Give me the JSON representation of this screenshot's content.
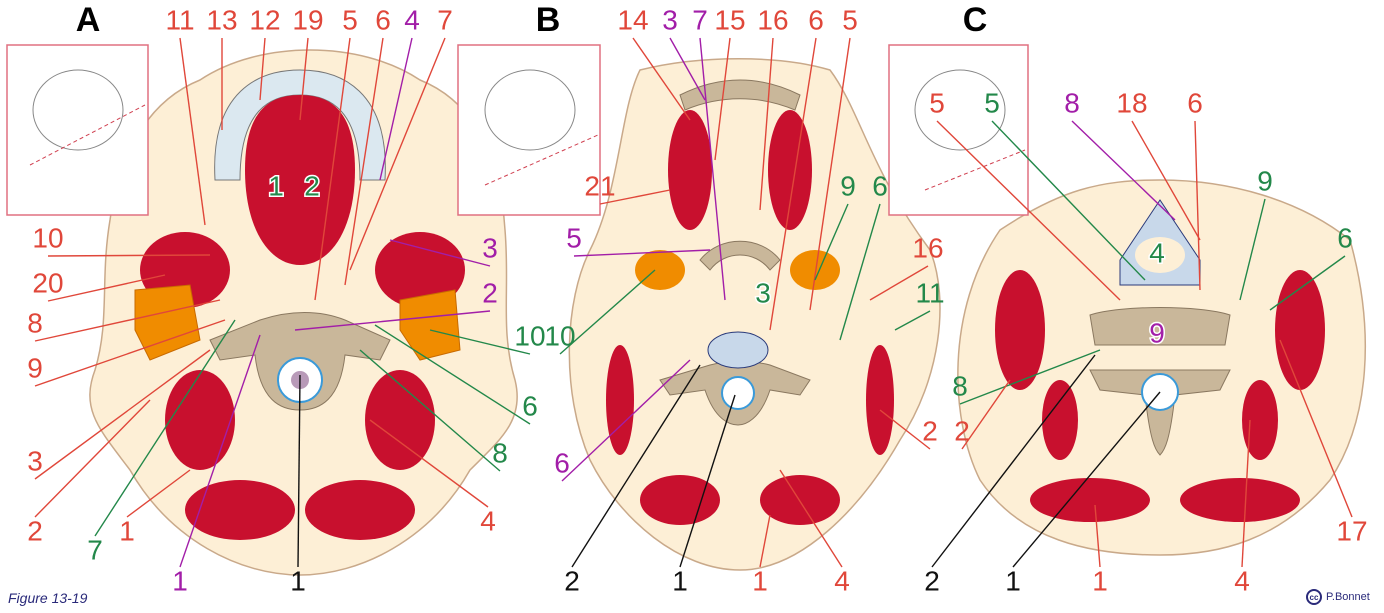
{
  "figure_caption": "Figure 13-19",
  "credit": {
    "license_icon": "creative-commons-icon",
    "license_text": "cc",
    "author": "P.Bonnet"
  },
  "colors": {
    "red": "#e0473a",
    "green": "#23884a",
    "purple": "#a21ea8",
    "black": "#111111",
    "muscle": "#c8102e",
    "skin": "#fdefd6",
    "bone": "#c9b79a",
    "gland": "#f08c00",
    "inset_border": "#e07080"
  },
  "panels": [
    {
      "letter": "A",
      "labels": [
        {
          "text": "11",
          "color": "red"
        },
        {
          "text": "13",
          "color": "red"
        },
        {
          "text": "12",
          "color": "red"
        },
        {
          "text": "19",
          "color": "red"
        },
        {
          "text": "5",
          "color": "red"
        },
        {
          "text": "6",
          "color": "red"
        },
        {
          "text": "4",
          "color": "purple"
        },
        {
          "text": "7",
          "color": "red"
        },
        {
          "text": "1",
          "color": "green"
        },
        {
          "text": "2",
          "color": "green"
        },
        {
          "text": "10",
          "color": "red"
        },
        {
          "text": "20",
          "color": "red"
        },
        {
          "text": "8",
          "color": "red"
        },
        {
          "text": "9",
          "color": "red"
        },
        {
          "text": "3",
          "color": "red"
        },
        {
          "text": "2",
          "color": "red"
        },
        {
          "text": "7",
          "color": "green"
        },
        {
          "text": "1",
          "color": "red"
        },
        {
          "text": "1",
          "color": "purple"
        },
        {
          "text": "1",
          "color": "black"
        },
        {
          "text": "4",
          "color": "red"
        },
        {
          "text": "3",
          "color": "purple"
        },
        {
          "text": "2",
          "color": "purple"
        },
        {
          "text": "10",
          "color": "green"
        },
        {
          "text": "6",
          "color": "green"
        },
        {
          "text": "8",
          "color": "green"
        }
      ]
    },
    {
      "letter": "B",
      "labels": [
        {
          "text": "14",
          "color": "red"
        },
        {
          "text": "3",
          "color": "purple"
        },
        {
          "text": "7",
          "color": "purple"
        },
        {
          "text": "15",
          "color": "red"
        },
        {
          "text": "16",
          "color": "red"
        },
        {
          "text": "6",
          "color": "red"
        },
        {
          "text": "5",
          "color": "red"
        },
        {
          "text": "21",
          "color": "red"
        },
        {
          "text": "5",
          "color": "purple"
        },
        {
          "text": "10",
          "color": "green"
        },
        {
          "text": "6",
          "color": "purple"
        },
        {
          "text": "2",
          "color": "black"
        },
        {
          "text": "1",
          "color": "black"
        },
        {
          "text": "1",
          "color": "red"
        },
        {
          "text": "4",
          "color": "red"
        },
        {
          "text": "3",
          "color": "green"
        },
        {
          "text": "9",
          "color": "green"
        },
        {
          "text": "6",
          "color": "green"
        },
        {
          "text": "16",
          "color": "red"
        },
        {
          "text": "11",
          "color": "green"
        },
        {
          "text": "2",
          "color": "red"
        }
      ]
    },
    {
      "letter": "C",
      "labels": [
        {
          "text": "5",
          "color": "red"
        },
        {
          "text": "5",
          "color": "green"
        },
        {
          "text": "8",
          "color": "purple"
        },
        {
          "text": "18",
          "color": "red"
        },
        {
          "text": "6",
          "color": "red"
        },
        {
          "text": "9",
          "color": "green"
        },
        {
          "text": "6",
          "color": "green"
        },
        {
          "text": "4",
          "color": "green"
        },
        {
          "text": "9",
          "color": "purple"
        },
        {
          "text": "8",
          "color": "green"
        },
        {
          "text": "2",
          "color": "red"
        },
        {
          "text": "2",
          "color": "black"
        },
        {
          "text": "1",
          "color": "black"
        },
        {
          "text": "1",
          "color": "red"
        },
        {
          "text": "4",
          "color": "red"
        },
        {
          "text": "17",
          "color": "red"
        }
      ]
    }
  ]
}
